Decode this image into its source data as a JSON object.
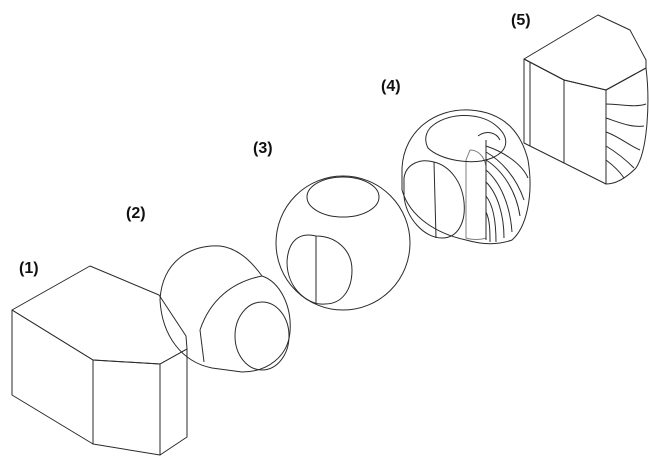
{
  "figure": {
    "labels": [
      "(1)",
      "(2)",
      "(3)",
      "(4)",
      "(5)"
    ]
  },
  "colors": {
    "blue_light": "#5a63bd",
    "blue_mid": "#4a6ab0",
    "teal": "#2f8070",
    "orange_light": "#ff8a45",
    "orange": "#f06a4e",
    "red_flat": "#d65a5a",
    "purple": "#6a2fa0",
    "purple_deep": "#4a1d8c",
    "outline": "#2a2a2a"
  }
}
